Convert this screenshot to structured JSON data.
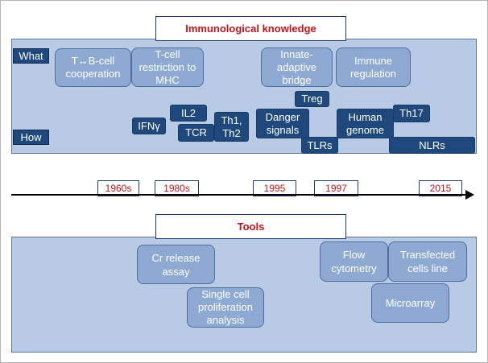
{
  "knowledge": {
    "title": "Immunological knowledge",
    "what_label": "What",
    "how_label": "How",
    "what_items": [
      "T↔B-cell cooperation",
      "T-cell restriction to MHC",
      "Innate-adaptive bridge",
      "Immune regulation"
    ],
    "how_items": [
      "IFNγ",
      "IL2",
      "TCR",
      "Th1, Th2",
      "Danger signals",
      "Treg",
      "TLRs",
      "Human genome",
      "Th17",
      "NLRs"
    ]
  },
  "timeline": {
    "years": [
      "1960s",
      "1980s",
      "1995",
      "1997",
      "2015"
    ]
  },
  "tools": {
    "title": "Tools",
    "items": [
      "Cr release assay",
      "Single cell proliferation analysis",
      "Flow cytometry",
      "Transfected cells line",
      "Microarray"
    ]
  },
  "colors": {
    "panel": "#b9cbe4",
    "light_box": "#8eaad3",
    "dark_box": "#1f497d",
    "title_text": "#c0141c"
  }
}
